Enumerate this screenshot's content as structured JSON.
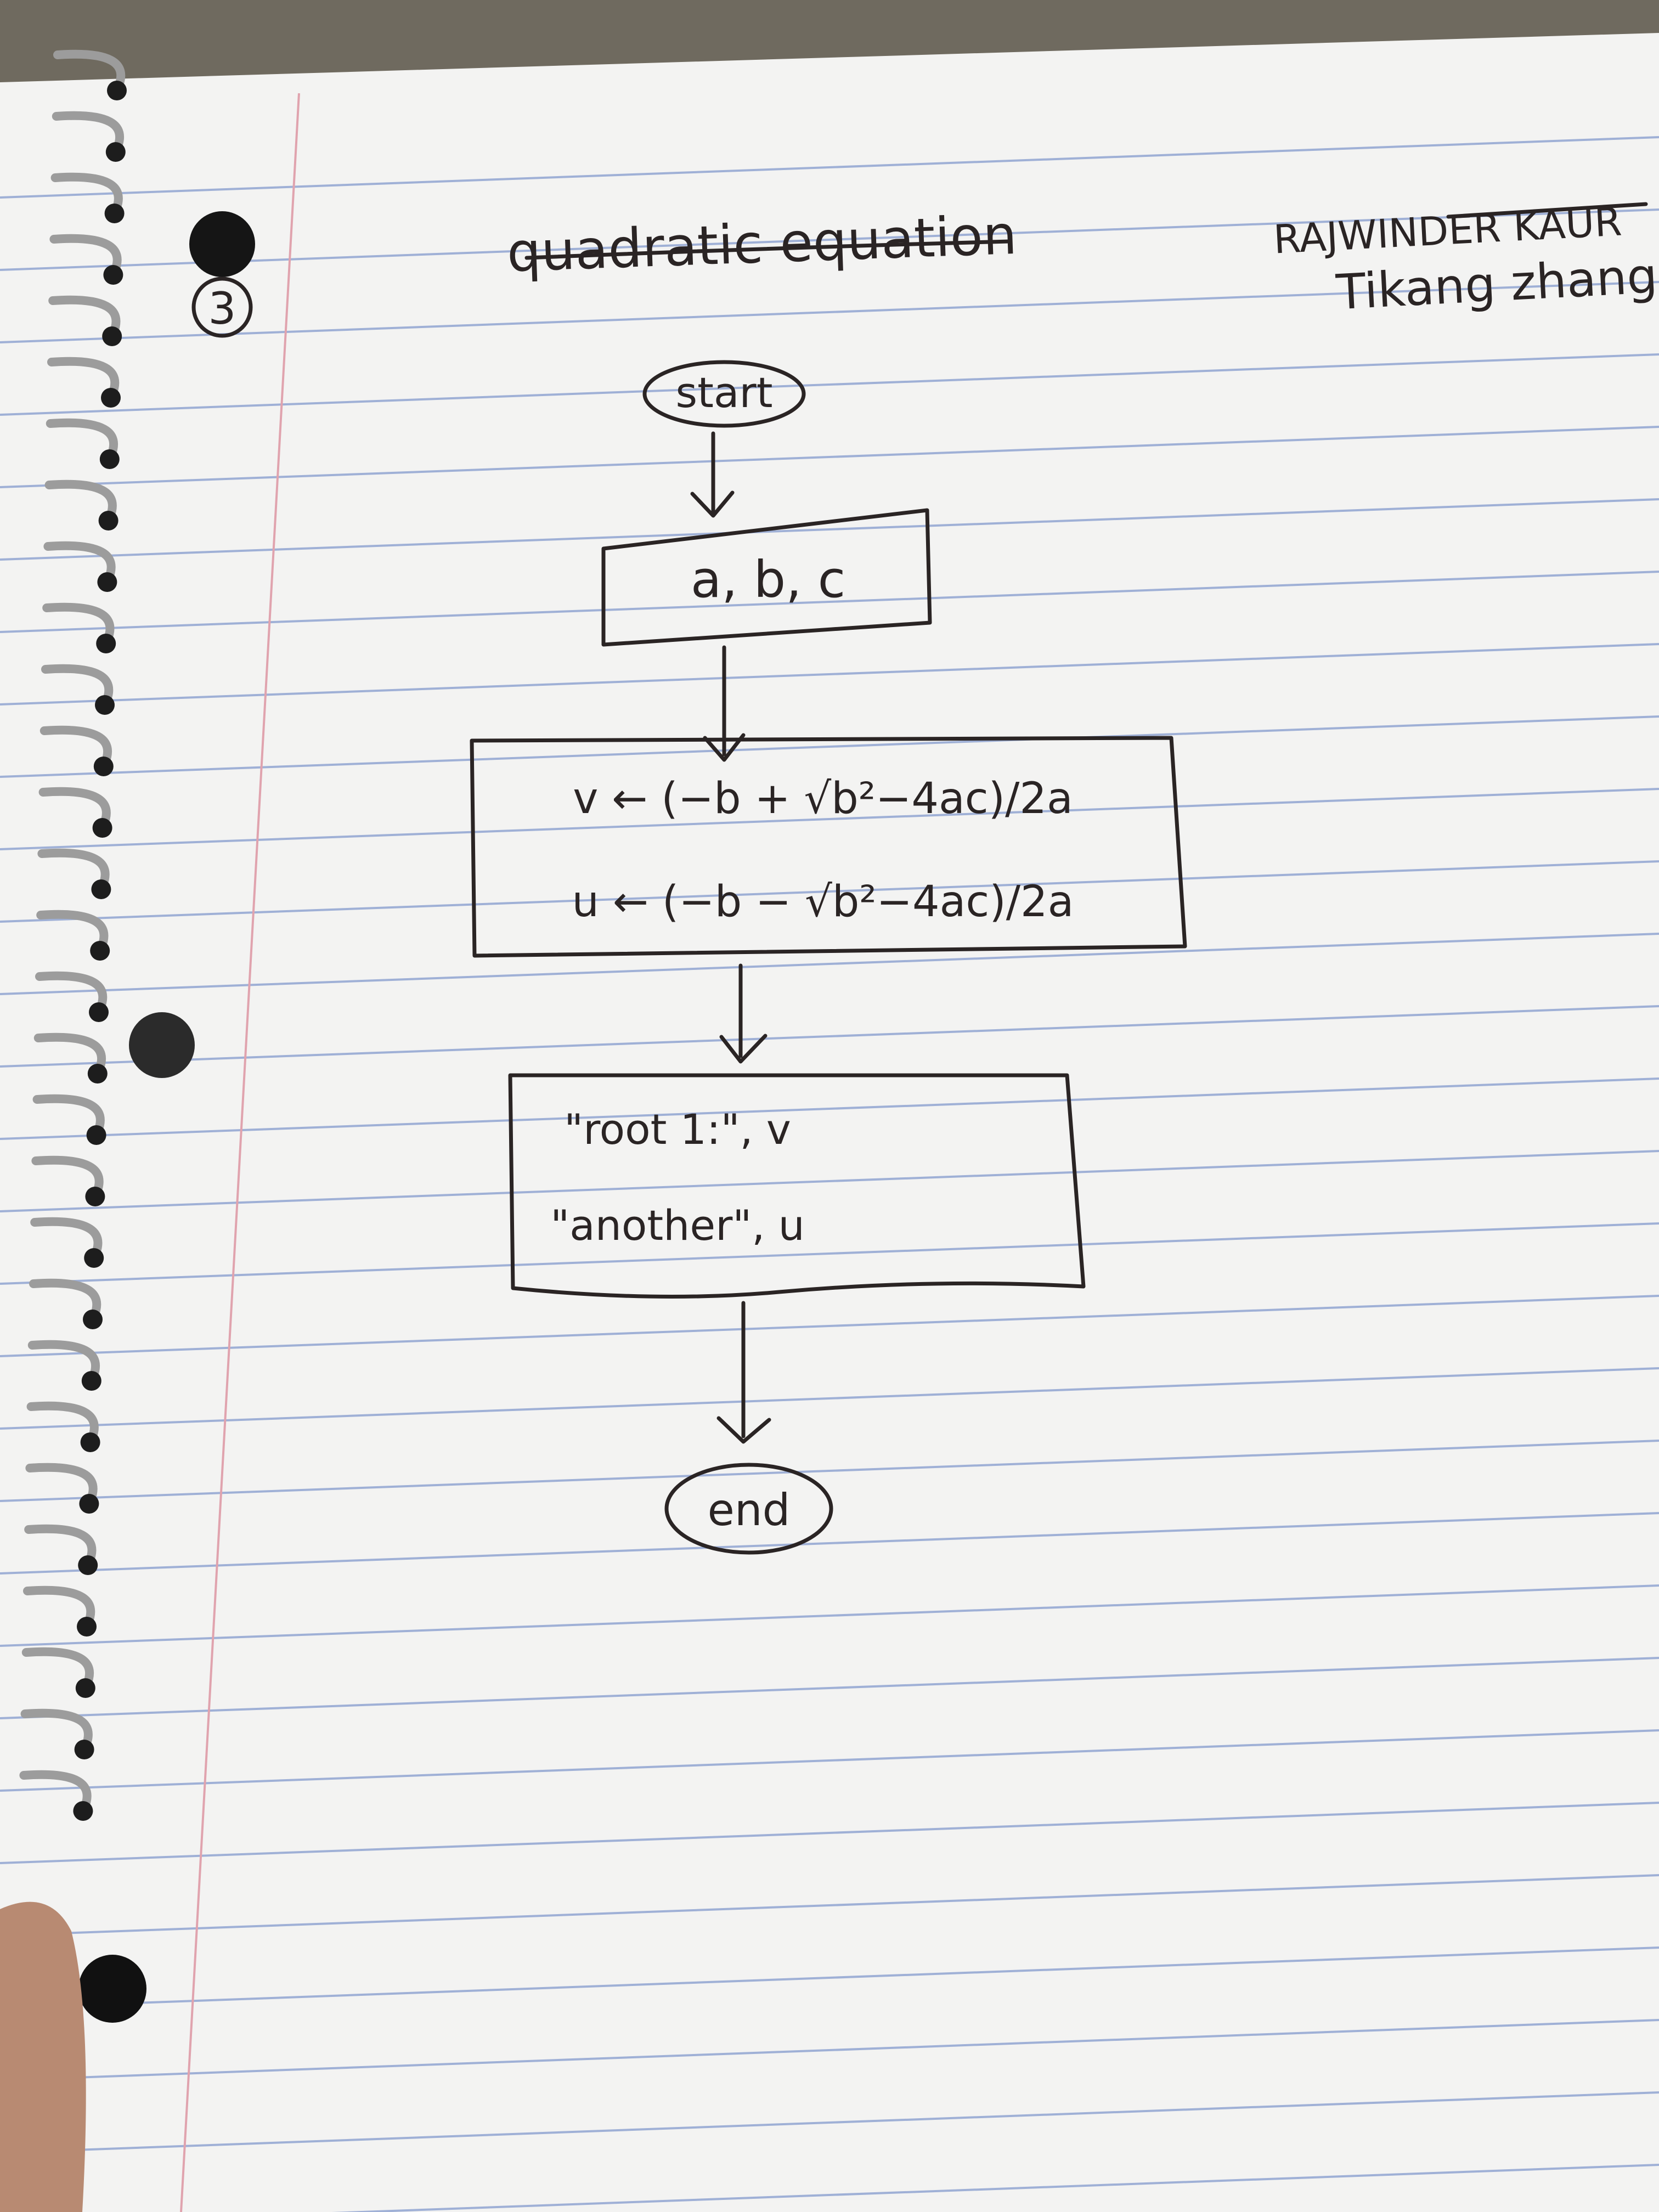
{
  "page_number": "3",
  "title": "quadratic equation",
  "authors": [
    "RAJWINDER KAUR",
    "Tikang zhang"
  ],
  "flowchart": {
    "start": "start",
    "input": "a, b, c",
    "process": [
      "v ← (−b + √b²−4ac)/2a",
      "u ← (−b − √b²−4ac)/2a"
    ],
    "output": [
      "\"root 1:\", v",
      "\"another\", u"
    ],
    "end": "end"
  },
  "colors": {
    "paper": "#f3f3f2",
    "rule_line": "#9fb0d6",
    "margin_line": "#e0a3ae",
    "ink": "#2a2424"
  }
}
